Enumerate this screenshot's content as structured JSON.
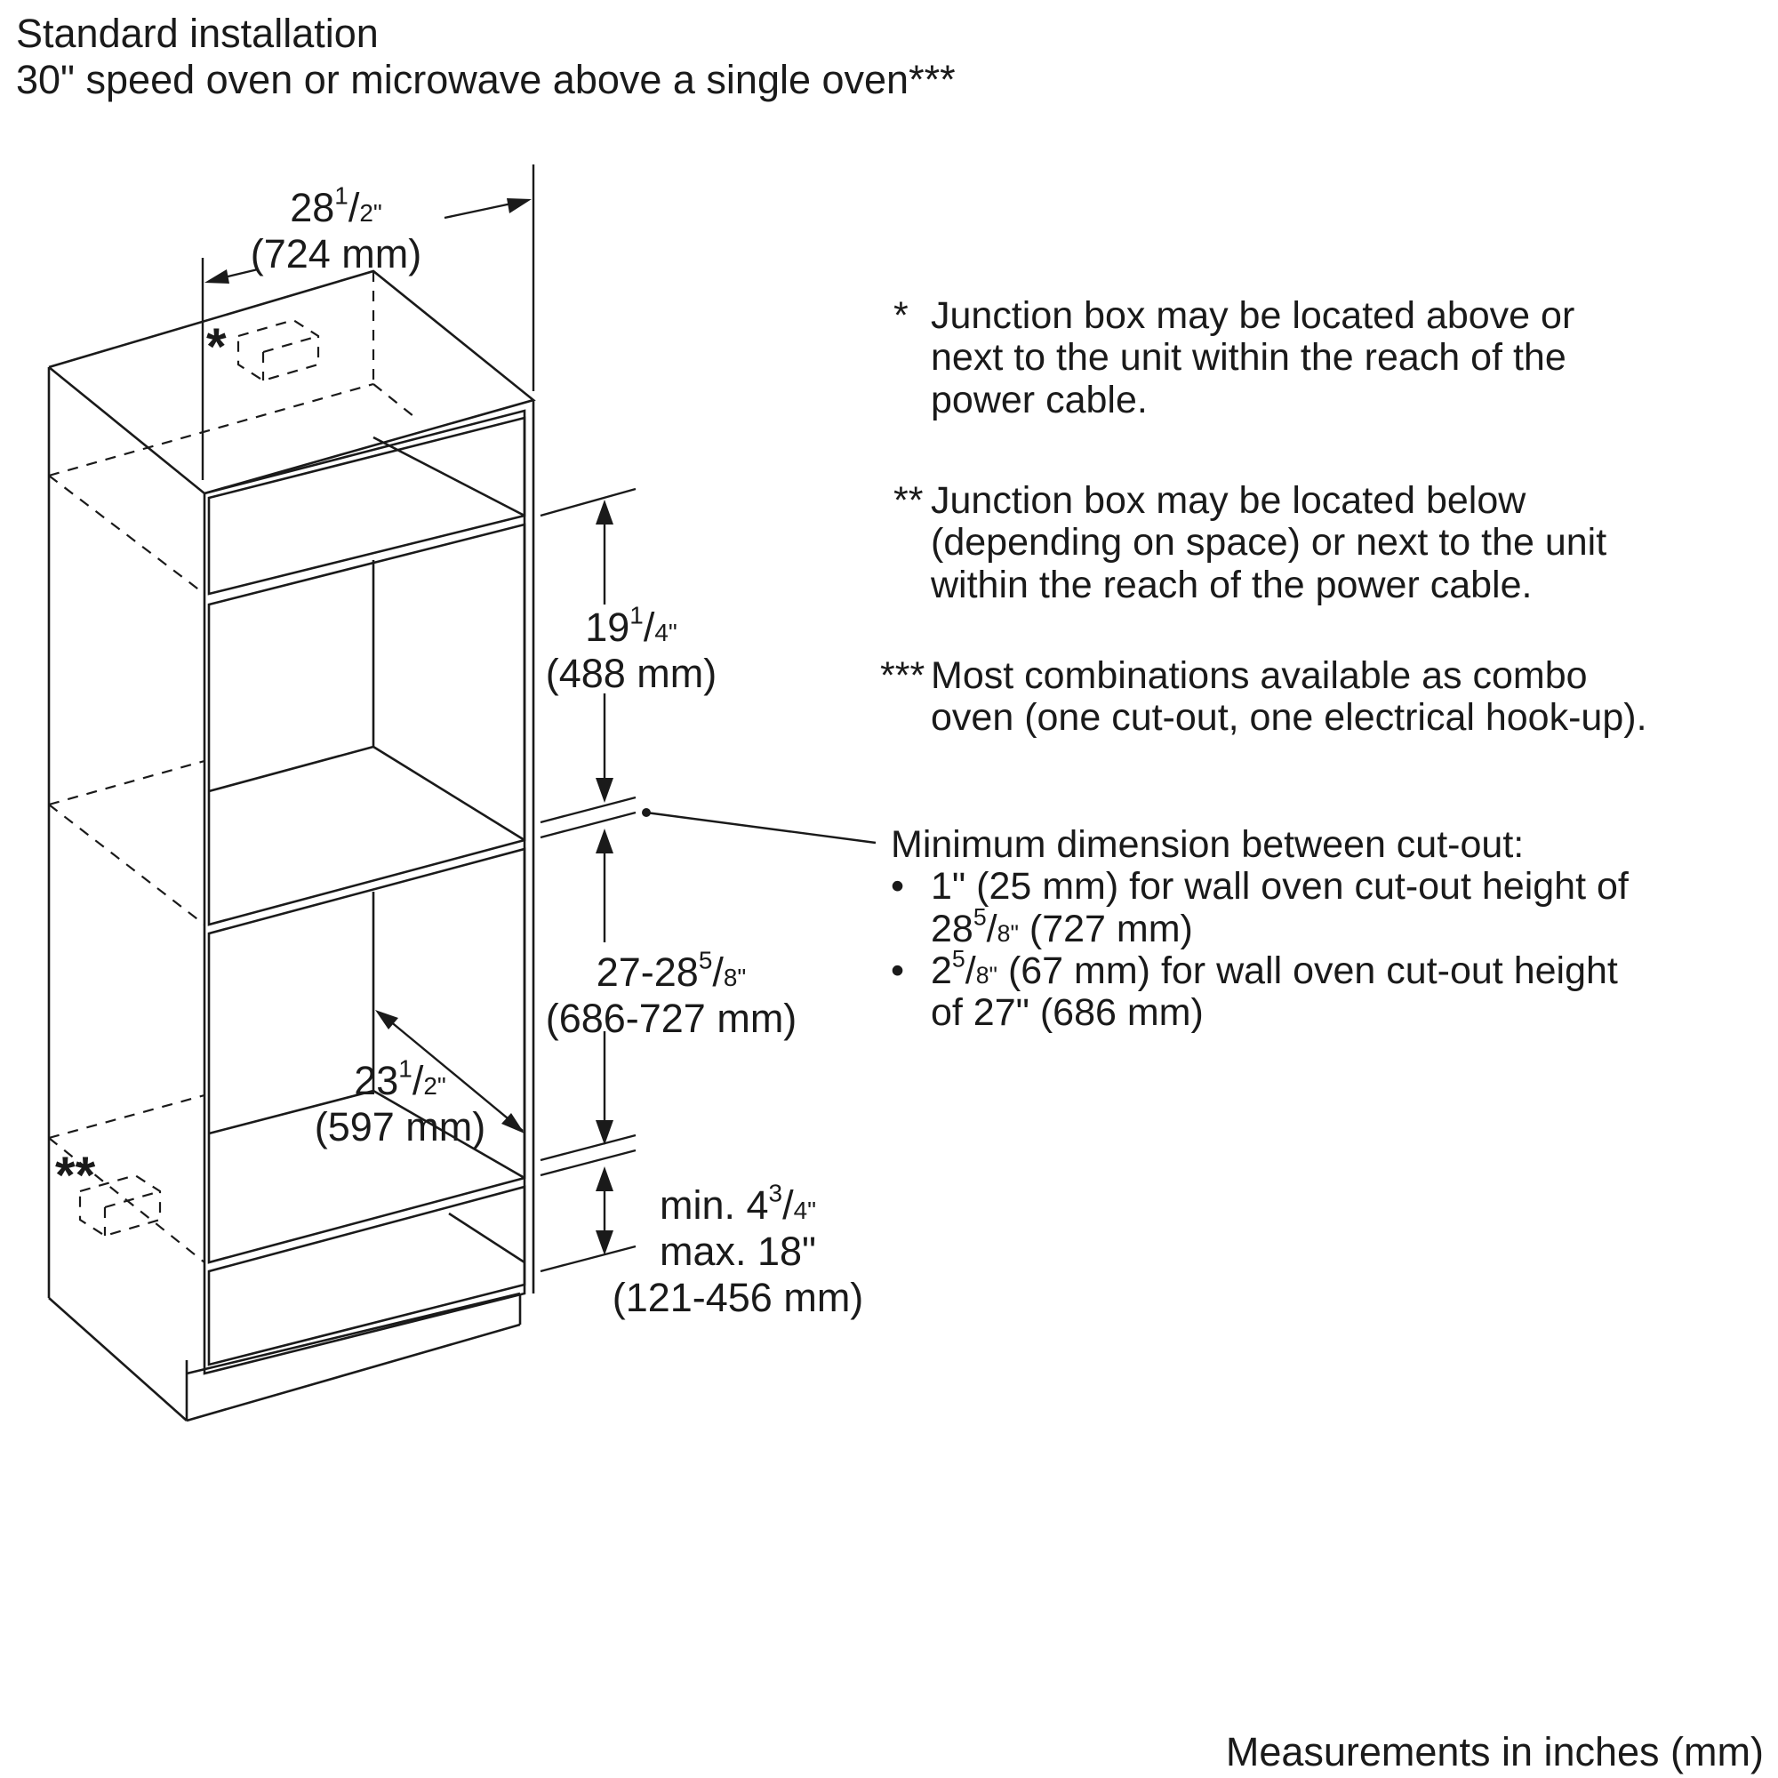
{
  "title": {
    "line1": "Standard installation",
    "line2": "30\" speed oven or microwave above a single oven***"
  },
  "dimensions": {
    "width": {
      "whole": "28",
      "num": "1",
      "den": "2\"",
      "mm": "(724 mm)"
    },
    "upper_height": {
      "whole": "19",
      "num": "1",
      "den": "4\"",
      "mm": "(488 mm)"
    },
    "lower_height": {
      "prefix": "27-28",
      "num": "5",
      "den": "8\"",
      "mm": "(686-727 mm)"
    },
    "depth": {
      "whole": "23",
      "num": "1",
      "den": "2\"",
      "mm": "(597 mm)"
    },
    "base": {
      "min_prefix": "min. 4",
      "min_num": "3",
      "min_den": "4\"",
      "max": "max. 18\"",
      "mm": "(121-456 mm)"
    }
  },
  "markers": {
    "top_junction": "*",
    "bottom_junction": "**"
  },
  "notes": [
    {
      "marker": "*",
      "lines": [
        "Junction box may be located above or",
        "next to the unit within the reach of the",
        "power cable."
      ]
    },
    {
      "marker": "**",
      "lines": [
        "Junction box may be located below",
        "(depending on space) or next to the unit",
        "within the reach of the power cable."
      ]
    },
    {
      "marker": "***",
      "lines": [
        "Most combinations available as combo",
        "oven (one cut-out, one electrical hook-up)."
      ]
    }
  ],
  "min_dimension": {
    "heading": "Minimum dimension between cut-out:",
    "bullet": "•",
    "item1": {
      "line1": "1\" (25 mm) for wall oven cut-out height of",
      "line2_whole": "28",
      "line2_num": "5",
      "line2_den": "8\"",
      "line2_rest": " (727 mm)"
    },
    "item2": {
      "line1_whole": "2",
      "line1_num": "5",
      "line1_den": "8\"",
      "line1_rest": " (67 mm) for wall oven cut-out height",
      "line2": "of 27\" (686 mm)"
    }
  },
  "footer": "Measurements in inches (mm)"
}
